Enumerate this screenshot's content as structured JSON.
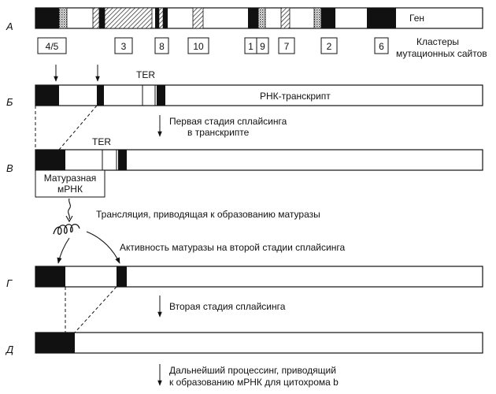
{
  "rows": {
    "a": {
      "letter": "А",
      "caption": "Ген"
    },
    "b": {
      "letter": "Б",
      "caption": "РНК-транскрипт",
      "ter": "TER"
    },
    "v": {
      "letter": "В",
      "ter": "TER",
      "box_line1": "Матуразная",
      "box_line2": "мРНК"
    },
    "g": {
      "letter": "Г"
    },
    "d": {
      "letter": "Д"
    }
  },
  "clusters": {
    "title_line1": "Кластеры",
    "title_line2": "мутационных сайтов",
    "boxes": [
      "4/5",
      "3",
      "8",
      "10",
      "1",
      "9",
      "7",
      "2",
      "6"
    ]
  },
  "steps": {
    "first_line1": "Первая  стадия сплайсинга",
    "first_line2": "в транскрипте",
    "translation": "Трансляция, приводящая к образованию матуразы",
    "activity": "Активность матуразы на второй стадии сплайсинга",
    "second": "Вторая  стадия  сплайсинга",
    "further_line1": "Дальнейший процессинг, приводящий",
    "further_line2": "к образованию мРНК для цитохрома b"
  }
}
